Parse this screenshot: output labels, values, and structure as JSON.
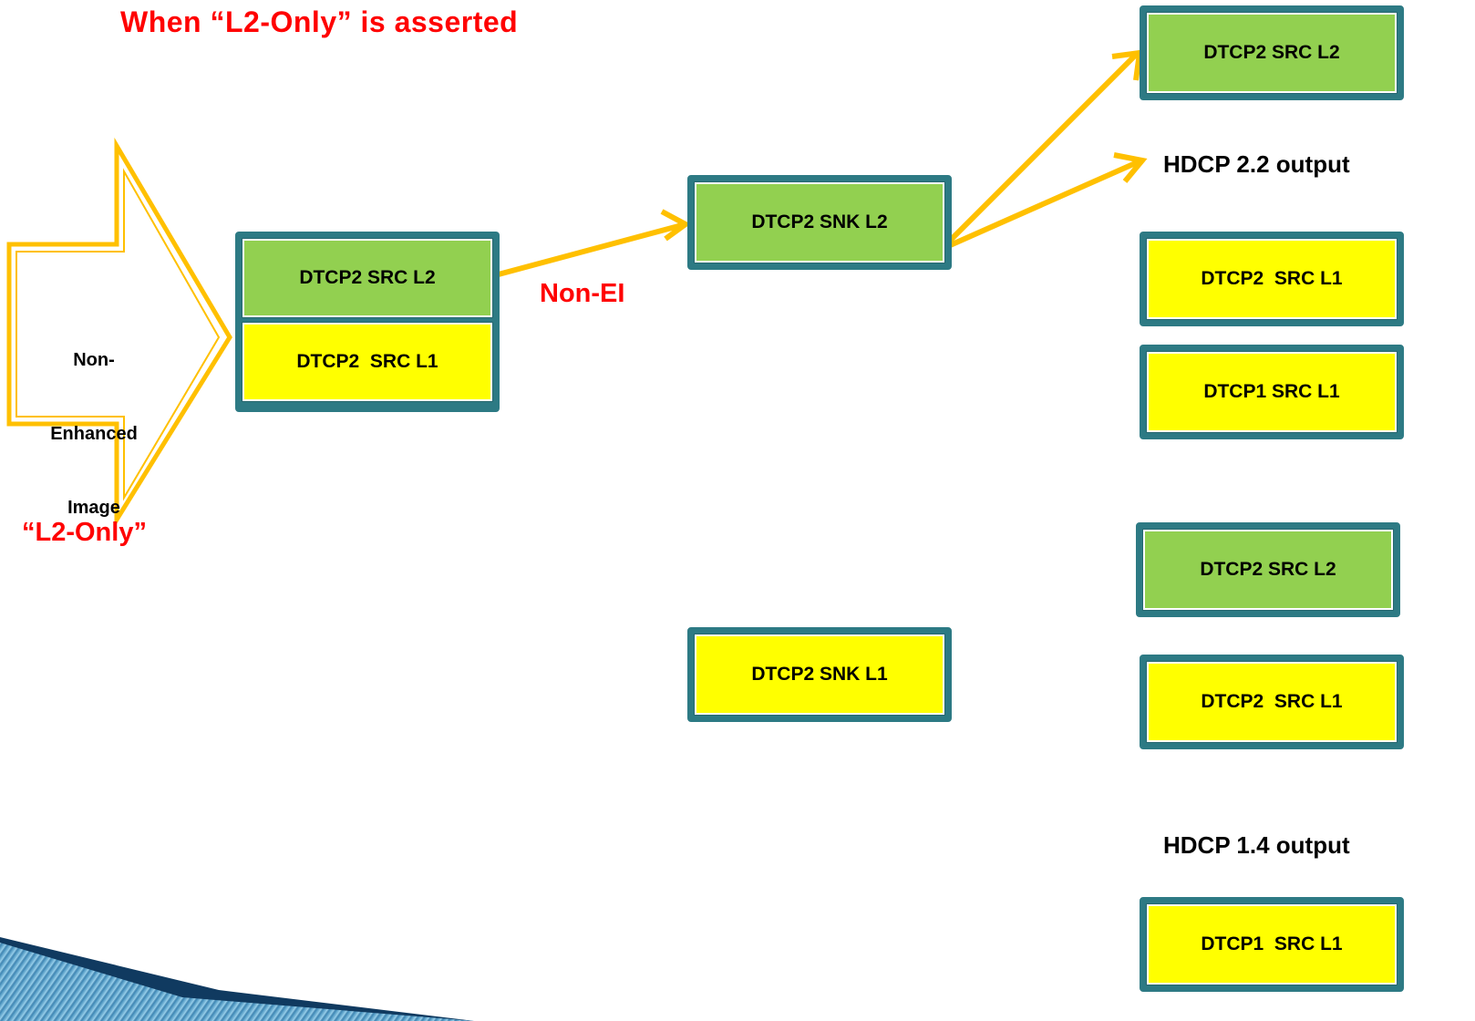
{
  "title": "When “L2-Only” is asserted",
  "colors": {
    "red": "#ff0000",
    "green": "#92d050",
    "yellow": "#ffff00",
    "border": "#2d7a84",
    "arrow": "#ffc000"
  },
  "input": {
    "lines": [
      "Non-",
      "Enhanced",
      "Image"
    ],
    "flag": "“L2-Only”"
  },
  "source_box": {
    "top": "DTCP2 SRC L2",
    "bottom": "DTCP2  SRC L1"
  },
  "connection_label": "Non-EI",
  "sinks": {
    "l2": "DTCP2 SNK L2",
    "l1": "DTCP2 SNK L1"
  },
  "outputs": {
    "top_src_l2": "DTCP2 SRC L2",
    "hdcp22": "HDCP 2.2 output",
    "src2_l1_a": "DTCP2  SRC L1",
    "src1_l1_a": "DTCP1 SRC L1",
    "src2_l2_b": "DTCP2 SRC L2",
    "src2_l1_b": "DTCP2  SRC L1",
    "hdcp14": "HDCP 1.4 output",
    "src1_l1_b": "DTCP1  SRC L1"
  }
}
